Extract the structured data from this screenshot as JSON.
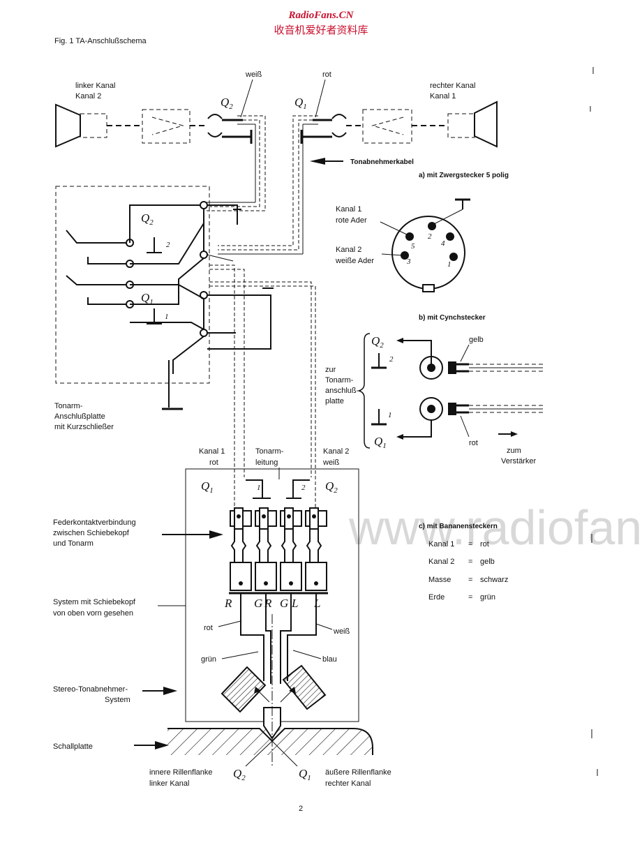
{
  "header": {
    "site_name": "RadioFans.CN",
    "site_subtitle": "收音机爱好者资料库",
    "watermark": "www.radiofans.cn",
    "site_color": "#c8102e"
  },
  "figure": {
    "caption": "Fig. 1   TA-Anschlußschema",
    "page_number": "2"
  },
  "top": {
    "left_channel": [
      "linker Kanal",
      "Kanal 2"
    ],
    "right_channel": [
      "rechter Kanal",
      "Kanal 1"
    ],
    "wire_left": "weiß",
    "wire_right": "rot",
    "q2": "Q",
    "q2_sub": "2",
    "q1": "Q",
    "q1_sub": "1",
    "cable_label": "Tonabnehmerkabel"
  },
  "plate": {
    "q2": "Q",
    "q2_sub": "2",
    "g2": "2",
    "q1": "Q",
    "q1_sub": "1",
    "g1": "1",
    "label": [
      "Tonarm-",
      "Anschlußplatte",
      "mit Kurzschließer"
    ],
    "side_label": [
      "zur",
      "Tonarm-",
      "anschluß-",
      "platte"
    ]
  },
  "section_a": {
    "title": "a) mit Zwergstecker 5 polig",
    "label_k1": [
      "Kanal 1",
      "rote Ader"
    ],
    "label_k2": [
      "Kanal 2",
      "weiße Ader"
    ],
    "pins": [
      "5",
      "2",
      "4",
      "3",
      "1"
    ]
  },
  "section_b": {
    "title": "b) mit Cynchstecker",
    "q2": "Q",
    "q2_sub": "2",
    "g2": "2",
    "q1": "Q",
    "q1_sub": "1",
    "g1": "1",
    "gelb": "gelb",
    "rot": "rot",
    "amp": [
      "zum",
      "Verstärker"
    ]
  },
  "section_c": {
    "title": "c) mit Bananensteckern",
    "rows": [
      {
        "name": "Kanal  1",
        "eq": "=",
        "value": "rot"
      },
      {
        "name": "Kanal  2",
        "eq": "=",
        "value": "gelb"
      },
      {
        "name": "Masse",
        "eq": "=",
        "value": "schwarz"
      },
      {
        "name": "Erde",
        "eq": "=",
        "value": "grün"
      }
    ]
  },
  "head": {
    "k1": [
      "Kanal 1",
      "rot"
    ],
    "tonarm": [
      "Tonarm-",
      "leitung"
    ],
    "k2": [
      "Kanal 2",
      "weiß"
    ],
    "q1": "Q",
    "q1_sub": "1",
    "q2": "Q",
    "q2_sub": "2",
    "g1": "1",
    "g2": "2",
    "letters": [
      "R",
      "G",
      "R",
      "G",
      "L",
      "L"
    ],
    "wire_rot": "rot",
    "wire_weiss": "weiß",
    "wire_gruen": "grün",
    "wire_blau": "blau",
    "label_feder": [
      "Federkontaktverbindung",
      "zwischen Schiebekopf",
      "und Tonarm"
    ],
    "label_system": [
      "System mit Schiebekopf",
      "von oben vorn gesehen"
    ],
    "label_stereo": [
      "Stereo-Tonabnehmer-",
      "System"
    ],
    "label_schall": "Schallplatte",
    "inner": [
      "innere Rillenflanke",
      "linker Kanal"
    ],
    "outer": [
      "äußere Rillenflanke",
      "rechter Kanal"
    ],
    "bq2": "Q",
    "bq2_sub": "2",
    "bq1": "Q",
    "bq1_sub": "1"
  }
}
